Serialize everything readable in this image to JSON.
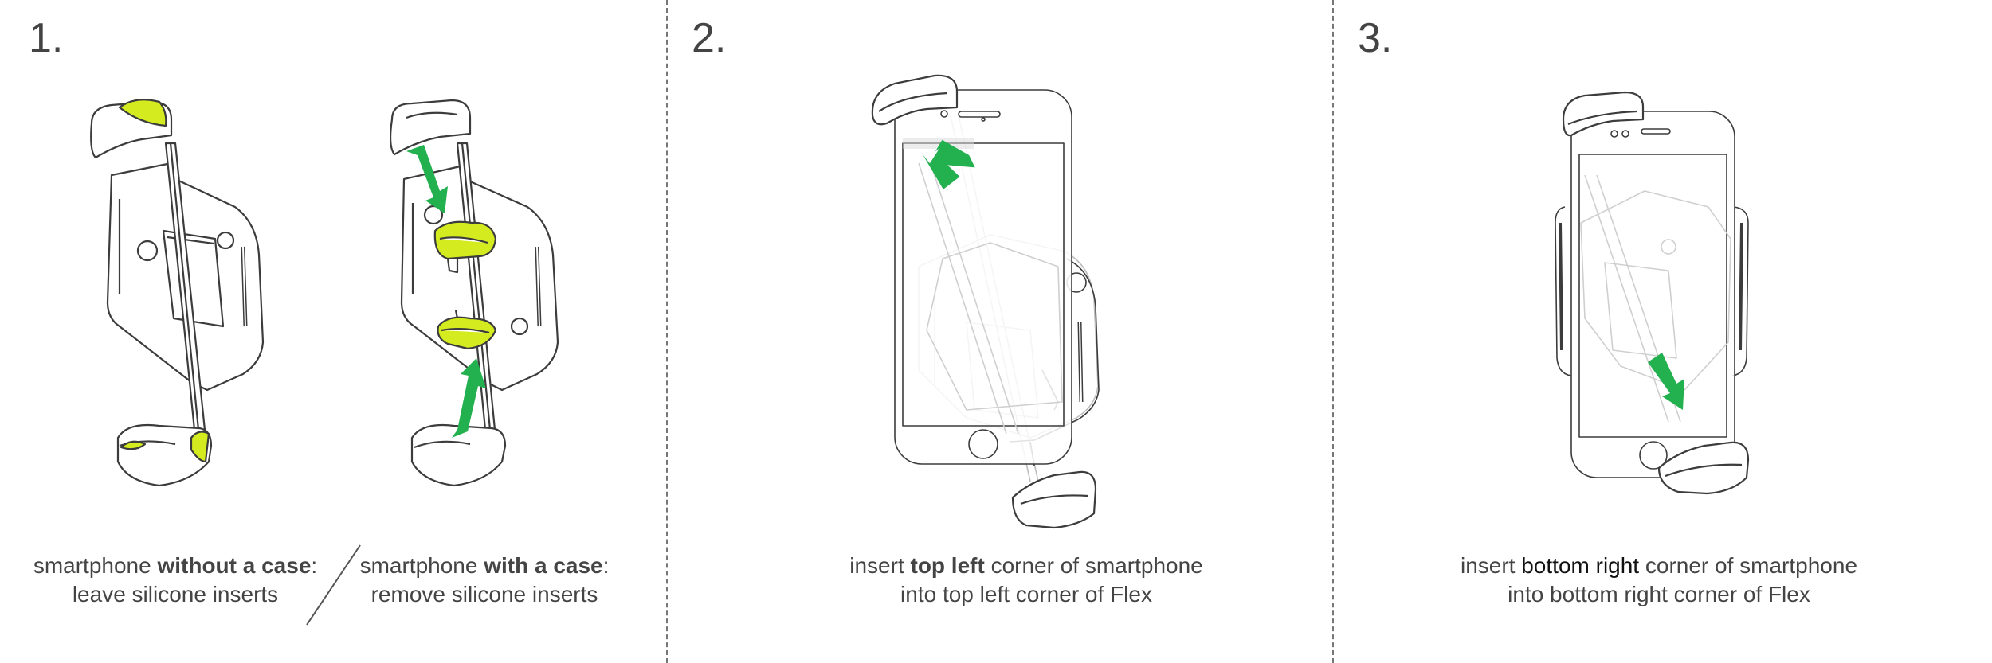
{
  "colors": {
    "accent_lime": "#d4ec1f",
    "arrow_green": "#23b04f",
    "line": "#3c3c3c",
    "divider": "#777777"
  },
  "steps": [
    {
      "number": "1.",
      "captions": [
        {
          "prefix": "smartphone ",
          "bold": "without a case",
          "suffix": ":",
          "line2": "leave silicone inserts"
        },
        {
          "prefix": "smartphone ",
          "bold": "with a case",
          "suffix": ":",
          "line2": "remove silicone inserts"
        }
      ]
    },
    {
      "number": "2.",
      "caption": {
        "prefix": "insert ",
        "bold": "top left",
        "suffix": " corner of smartphone",
        "line2": "into top left corner of Flex"
      }
    },
    {
      "number": "3.",
      "caption": {
        "prefix": "insert ",
        "bold": "bottom right",
        "suffix": " corner of smartphone",
        "line2": "into bottom right corner of Flex"
      }
    }
  ]
}
